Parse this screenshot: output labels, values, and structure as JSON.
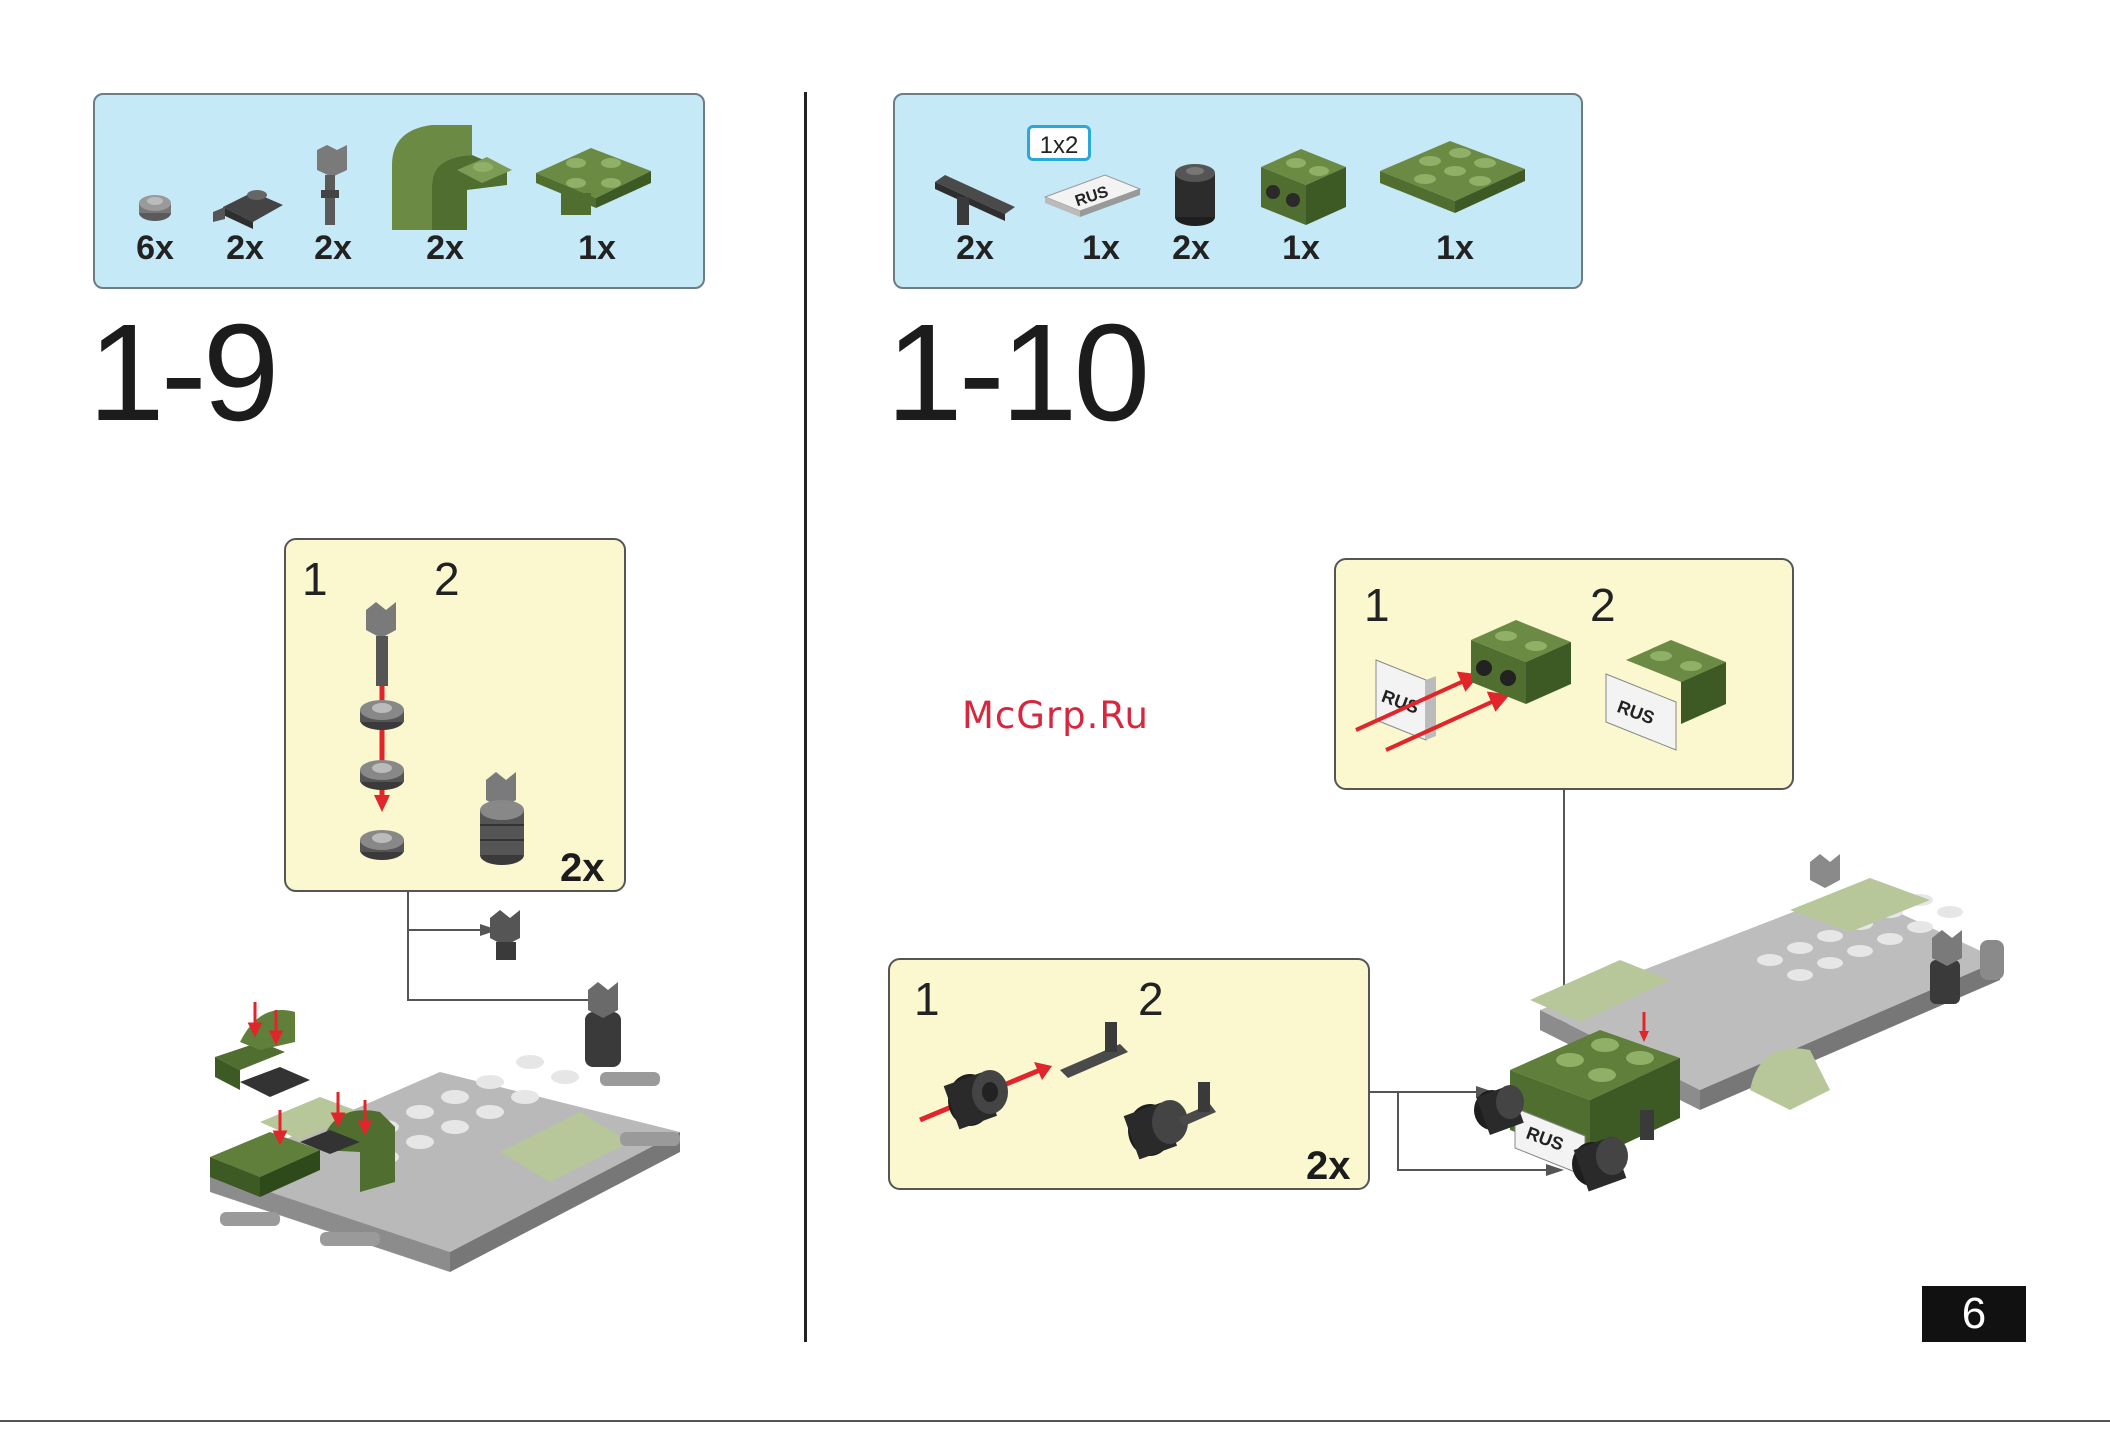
{
  "step_a": {
    "number": "1-9",
    "parts": [
      {
        "icon": "round-plate-1x1-icon",
        "qty": "6x"
      },
      {
        "icon": "clip-plate-icon",
        "qty": "2x"
      },
      {
        "icon": "bar-clip-icon",
        "qty": "2x"
      },
      {
        "icon": "arch-slope-icon",
        "qty": "2x"
      },
      {
        "icon": "plate-2x2-with-bracket-icon",
        "qty": "1x"
      }
    ],
    "callout": {
      "sub1": "1",
      "sub2": "2",
      "multiplier": "2x"
    }
  },
  "step_b": {
    "number": "1-10",
    "tile_label": "1x2",
    "plate_text": "RUS",
    "parts": [
      {
        "icon": "t-bar-icon",
        "qty": "2x"
      },
      {
        "icon": "rus-tile-icon",
        "qty": "1x"
      },
      {
        "icon": "round-brick-icon",
        "qty": "2x"
      },
      {
        "icon": "bracket-plate-icon",
        "qty": "1x"
      },
      {
        "icon": "plate-2x3-icon",
        "qty": "1x"
      }
    ],
    "callout_top": {
      "sub1": "1",
      "sub2": "2"
    },
    "callout_bottom": {
      "sub1": "1",
      "sub2": "2",
      "multiplier": "2x"
    }
  },
  "watermark": "McGrp.Ru",
  "page_number": "6",
  "colors": {
    "parts_bg": "#c6e9f7",
    "callout_bg": "#fbf7cf",
    "brick_green": "#5f7f3a",
    "arrow_red": "#e0262b"
  }
}
